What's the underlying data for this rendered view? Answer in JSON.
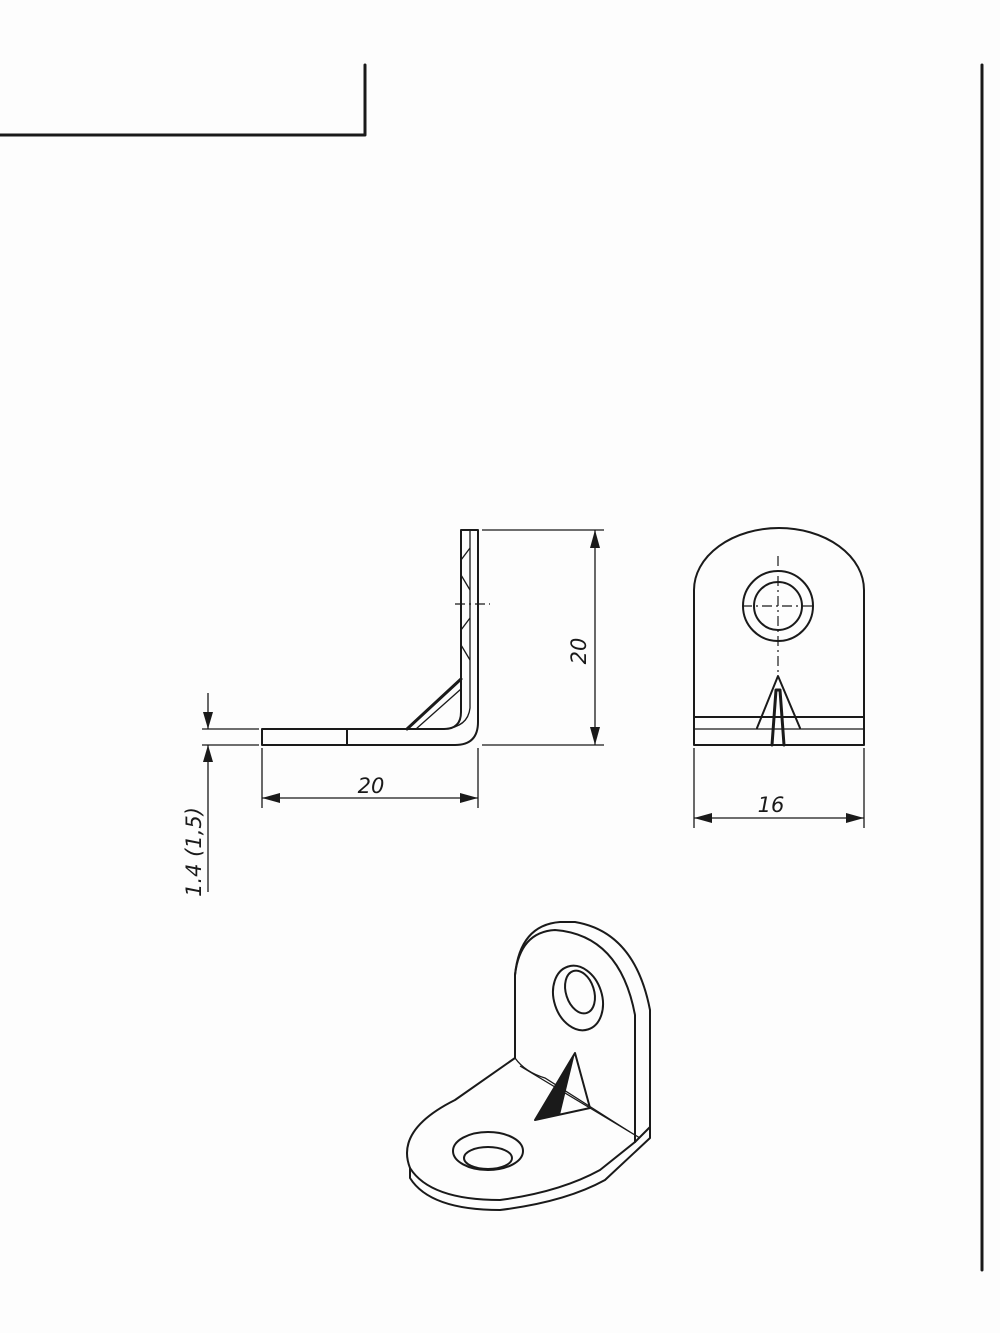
{
  "drawing": {
    "side_view": {
      "horizontal_leg_dim": "20",
      "vertical_leg_dim": "20",
      "thickness_dim": "1.4  (1,5)"
    },
    "front_view": {
      "width_dim": "16"
    }
  }
}
